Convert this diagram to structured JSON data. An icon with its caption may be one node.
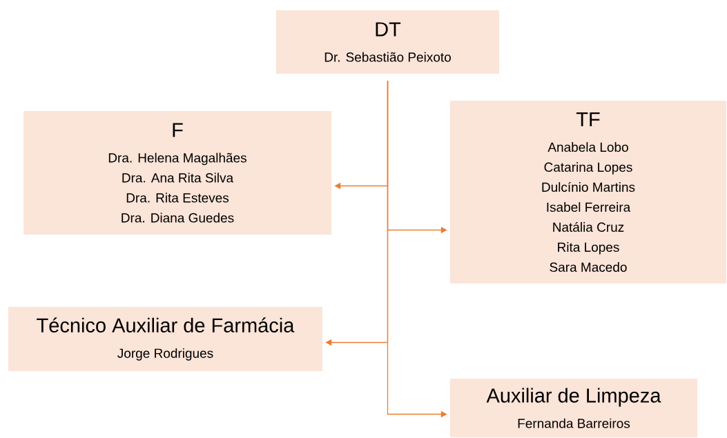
{
  "diagram": {
    "nodes": [
      {
        "text": [
          "DT",
          "Dr. Sebastião Peixoto"
        ]
      },
      {
        "text": [
          "F",
          "Dra. Helena Magalhães",
          "Dra. Ana Rita Silva",
          "Dra. Rita Esteves",
          "Dra. Diana Guedes"
        ]
      },
      {
        "text": [
          "TF",
          "Anabela Lobo",
          "Catarina Lopes",
          "Dulcínio Martins",
          "Isabel Ferreira",
          "Natália Cruz",
          "Rita Lopes",
          "Sara Macedo"
        ]
      },
      {
        "text": [
          "Técnico Auxiliar de Farmácia",
          "Jorge Rodrigues"
        ]
      },
      {
        "text": [
          "Auxiliar de Limpeza",
          "Fernanda Barreiros"
        ]
      }
    ],
    "edges": [
      {
        "from": 0,
        "to": 1,
        "arrow": "to"
      },
      {
        "from": 0,
        "to": 2,
        "arrow": "to"
      },
      {
        "from": 0,
        "to": 3,
        "arrow": "to"
      },
      {
        "from": 0,
        "to": 4,
        "arrow": "to"
      }
    ]
  }
}
